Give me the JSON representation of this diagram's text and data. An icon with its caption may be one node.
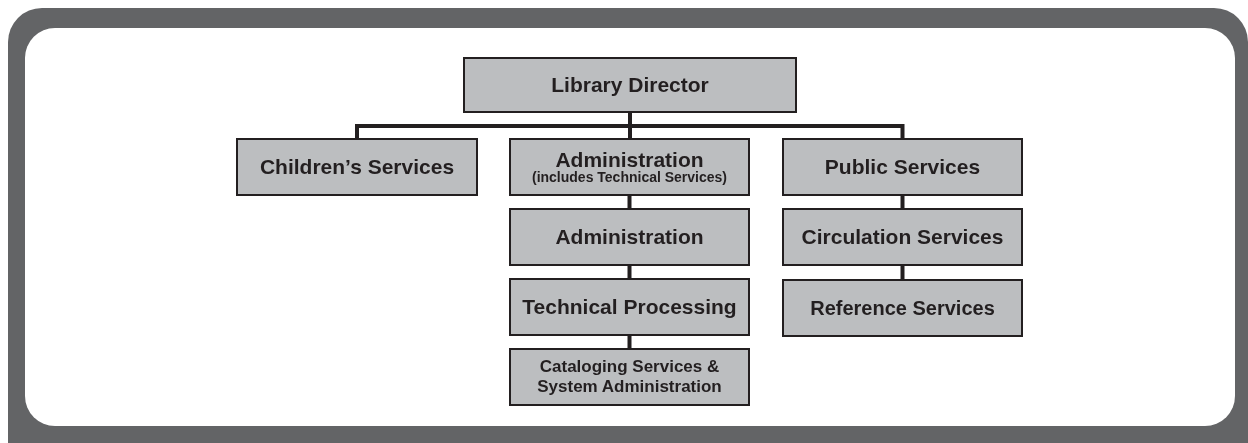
{
  "diagram": {
    "nodes": [
      {
        "text": [
          "Library Director"
        ]
      },
      {
        "text": [
          "Children’s Services"
        ]
      },
      {
        "text": [
          "Administration",
          "(includes Technical Services)"
        ]
      },
      {
        "text": [
          "Public Services"
        ]
      },
      {
        "text": [
          "Administration"
        ]
      },
      {
        "text": [
          "Technical Processing"
        ]
      },
      {
        "text": [
          "Cataloging Services & System Administration"
        ]
      },
      {
        "text": [
          "Circulation Services"
        ]
      },
      {
        "text": [
          "Reference Services"
        ]
      }
    ],
    "edges": [
      {
        "from": 0,
        "to": 1,
        "arrow": "none"
      },
      {
        "from": 0,
        "to": 2,
        "arrow": "none"
      },
      {
        "from": 0,
        "to": 3,
        "arrow": "none"
      },
      {
        "from": 2,
        "to": 4,
        "arrow": "none"
      },
      {
        "from": 4,
        "to": 5,
        "arrow": "none"
      },
      {
        "from": 5,
        "to": 6,
        "arrow": "none"
      },
      {
        "from": 3,
        "to": 7,
        "arrow": "none"
      },
      {
        "from": 7,
        "to": 8,
        "arrow": "none"
      }
    ]
  }
}
